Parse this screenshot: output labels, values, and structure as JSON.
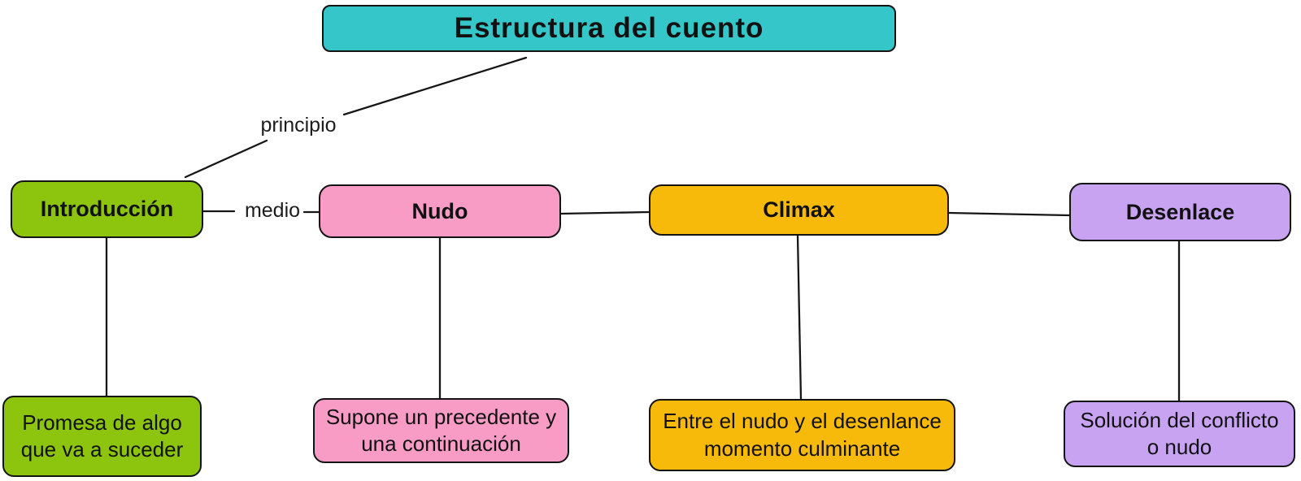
{
  "colors": {
    "title_fill": "#34c6c8",
    "introduccion_fill": "#8cc40e",
    "nudo_fill": "#f89cc6",
    "climax_fill": "#f7ba0b",
    "desenlace_fill": "#c7a3f1",
    "line_and_border": "#141414",
    "text": "#111111"
  },
  "diagram": {
    "title": "Estructura del cuento",
    "edges": {
      "principio_label": "principio",
      "medio_label": "medio"
    },
    "nodes": {
      "introduccion": {
        "label": "Introducción",
        "description": "Promesa de algo\nque va a suceder"
      },
      "nudo": {
        "label": "Nudo",
        "description": "Supone un precedente y\nuna continuación"
      },
      "climax": {
        "label": "Climax",
        "description": "Entre el nudo y el desenlance\nmomento culminante"
      },
      "desenlace": {
        "label": "Desenlace",
        "description": "Solución del conflicto\no nudo"
      }
    }
  }
}
